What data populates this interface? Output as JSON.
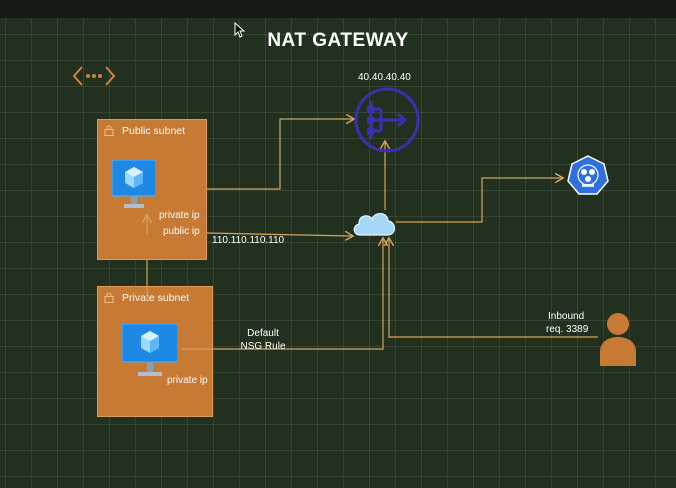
{
  "title": "NAT GATEWAY",
  "public_subnet": {
    "label": "Public subnet",
    "vm_labels": [
      "private ip",
      "public ip"
    ]
  },
  "private_subnet": {
    "label": "Private subnet",
    "vm_label": "private ip"
  },
  "nat_gateway_ip": "40.40.40.40",
  "public_ip_address": "110.110.110.110",
  "nsg_rule_label": [
    "Default",
    "NSG Rule"
  ],
  "inbound_label": [
    "Inbound",
    "req. 3389"
  ],
  "colors": {
    "background": "#223020",
    "subnet": "#c77a33",
    "wire": "#d9a35a",
    "nat_icon": "#3a2fb0",
    "k8s": "#2f6fe0",
    "vm_screen": "#1e88e5",
    "user": "#c77a33"
  },
  "icons": [
    "code-brackets-icon",
    "lock-icon",
    "virtual-machine-icon",
    "nat-gateway-icon",
    "cloud-icon",
    "kubernetes-icon",
    "user-icon",
    "mouse-cursor-icon"
  ]
}
